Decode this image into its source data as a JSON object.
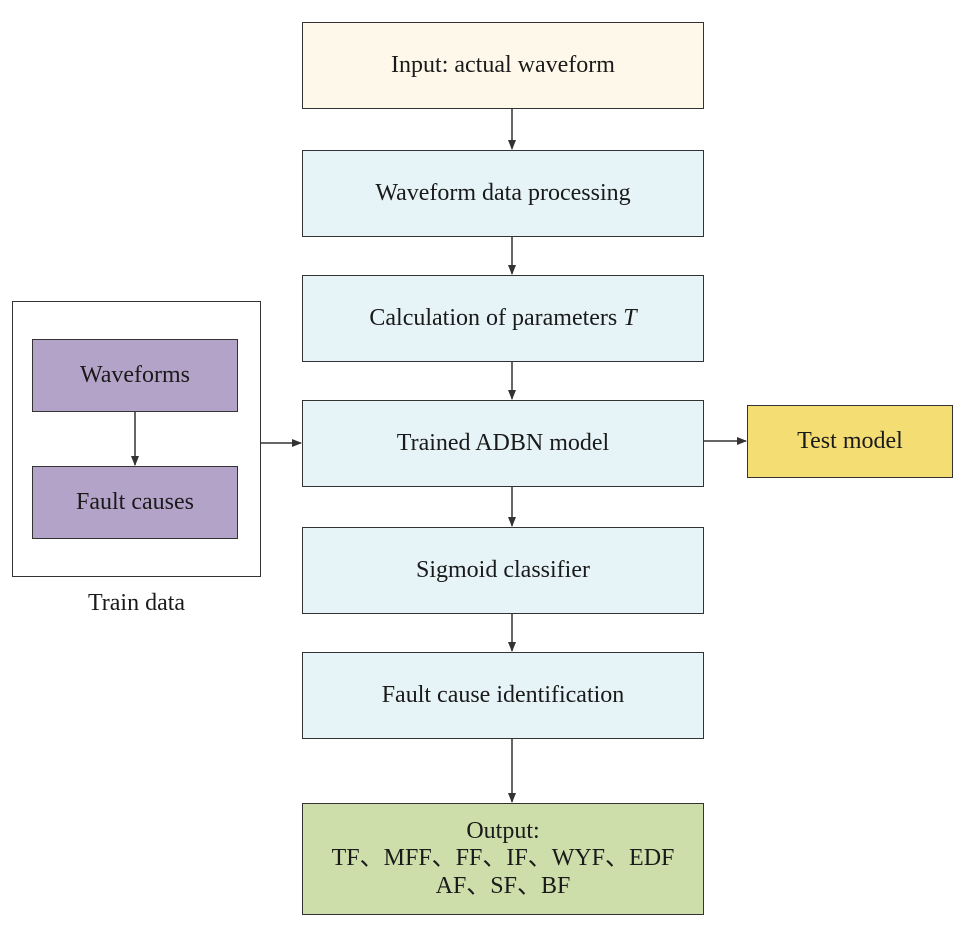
{
  "nodes": {
    "input": "Input: actual waveform",
    "processing": "Waveform data processing",
    "calculation_prefix": "Calculation of parameters ",
    "calculation_var": "T",
    "trained_model": "Trained ADBN model",
    "classifier": "Sigmoid classifier",
    "identification": "Fault cause identification",
    "test_model": "Test model",
    "output_title": "Output:",
    "output_line1": "TF、MFF、FF、IF、WYF、EDF",
    "output_line2": "AF、SF、BF"
  },
  "train_data": {
    "waveforms": "Waveforms",
    "fault_causes": "Fault causes",
    "caption": "Train data"
  },
  "colors": {
    "input_fill": "#fdf8e9",
    "main_fill": "#e6f4f7",
    "train_fill": "#b4a3c8",
    "test_fill": "#f4dd72",
    "output_fill": "#cddeaa"
  }
}
